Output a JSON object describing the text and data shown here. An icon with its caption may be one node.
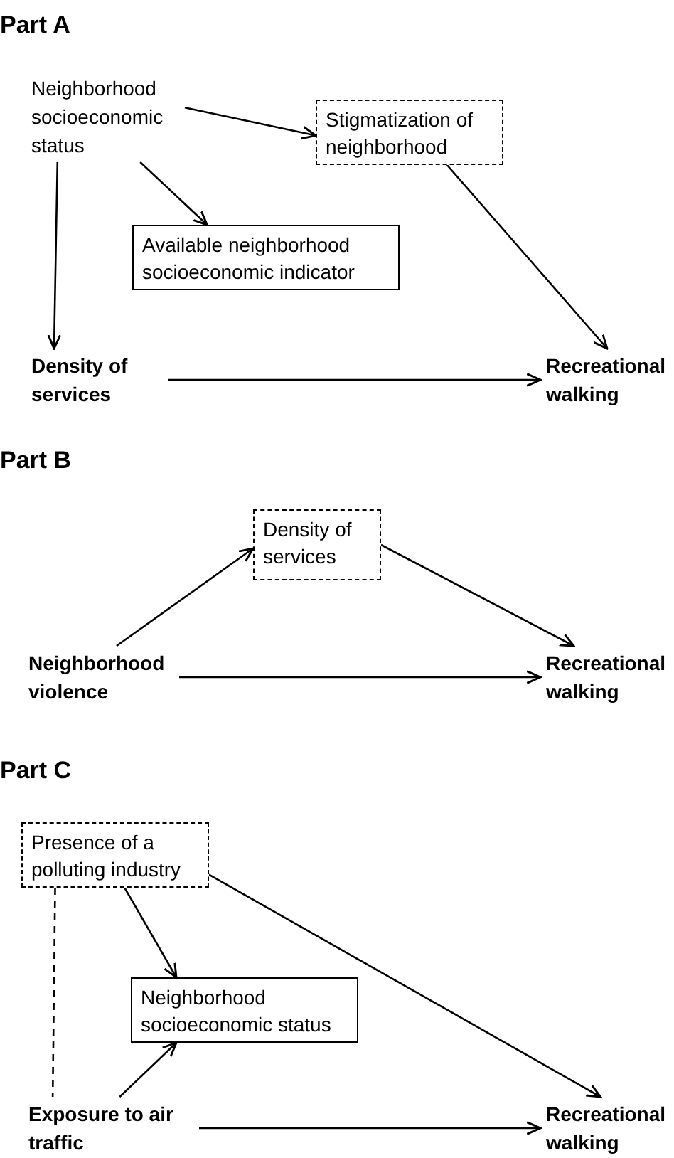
{
  "diagram": {
    "nodes": [
      {
        "text": [
          "Neighborhood socioeconomic status"
        ]
      },
      {
        "text": [
          "Stigmatization of neighborhood"
        ]
      },
      {
        "text": [
          "Available neighborhood socioeconomic indicator"
        ]
      },
      {
        "text": [
          "Density of services"
        ]
      },
      {
        "text": [
          "Recreational walking"
        ]
      },
      {
        "text": [
          "Density of services"
        ]
      },
      {
        "text": [
          "Neighborhood violence"
        ]
      },
      {
        "text": [
          "Recreational walking"
        ]
      },
      {
        "text": [
          "Presence of a polluting industry"
        ]
      },
      {
        "text": [
          "Neighborhood socioeconomic status"
        ]
      },
      {
        "text": [
          "Exposure to air traffic"
        ]
      },
      {
        "text": [
          "Recreational walking"
        ]
      }
    ],
    "edges": [
      {
        "from": 0,
        "to": 1,
        "arrow": "to"
      },
      {
        "from": 0,
        "to": 2,
        "arrow": "to"
      },
      {
        "from": 0,
        "to": 3,
        "arrow": "to"
      },
      {
        "from": 1,
        "to": 4,
        "arrow": "to"
      },
      {
        "from": 3,
        "to": 4,
        "arrow": "to"
      },
      {
        "from": 6,
        "to": 5,
        "arrow": "to"
      },
      {
        "from": 5,
        "to": 7,
        "arrow": "to"
      },
      {
        "from": 6,
        "to": 7,
        "arrow": "to"
      },
      {
        "from": 8,
        "to": 10,
        "arrow": "none",
        "style": "dashed"
      },
      {
        "from": 8,
        "to": 9,
        "arrow": "to"
      },
      {
        "from": 10,
        "to": 9,
        "arrow": "to"
      },
      {
        "from": 8,
        "to": 11,
        "arrow": "to"
      },
      {
        "from": 10,
        "to": 11,
        "arrow": "to"
      }
    ],
    "labels": [
      "Part A",
      "Part B",
      "Part C"
    ]
  }
}
